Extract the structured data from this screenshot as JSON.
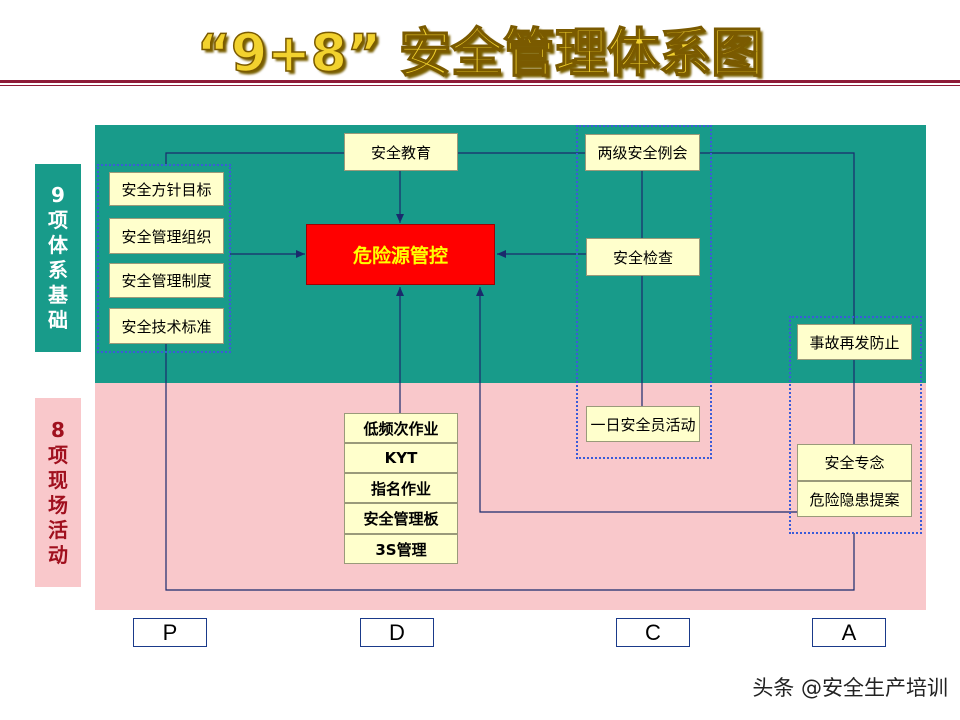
{
  "title": "“9+8” 安全管理体系图",
  "side_labels": {
    "top": [
      "9",
      "项",
      "体",
      "系",
      "基",
      "础"
    ],
    "bottom": [
      "8",
      "项",
      "现",
      "场",
      "活",
      "动"
    ]
  },
  "foundation_items": [
    "安全方针目标",
    "安全管理组织",
    "安全管理制度",
    "安全技术标准"
  ],
  "center": {
    "education": "安全教育",
    "hazard_control": "危险源管控"
  },
  "check_items": {
    "meeting": "两级安全例会",
    "inspection": "安全检查",
    "safety_officer_day": "一日安全员活动"
  },
  "recurrence": "事故再发防止",
  "field_stack": [
    "低频次作业",
    "KYT",
    "指名作业",
    "安全管理板",
    "3S管理"
  ],
  "act_items": [
    "安全专念",
    "危险隐患提案"
  ],
  "pdca": [
    "P",
    "D",
    "C",
    "A"
  ],
  "watermark": "头条 @安全生产培训",
  "colors": {
    "top_zone": "#189b8a",
    "bottom_zone": "#f9c8cb",
    "box_fill": "#ffffcc",
    "hazard_fill": "#ff0000",
    "hazard_text": "#ffff00",
    "line": "#1a2a6c",
    "dotted_border": "#3a5bd9",
    "title": "#f2d22e"
  }
}
